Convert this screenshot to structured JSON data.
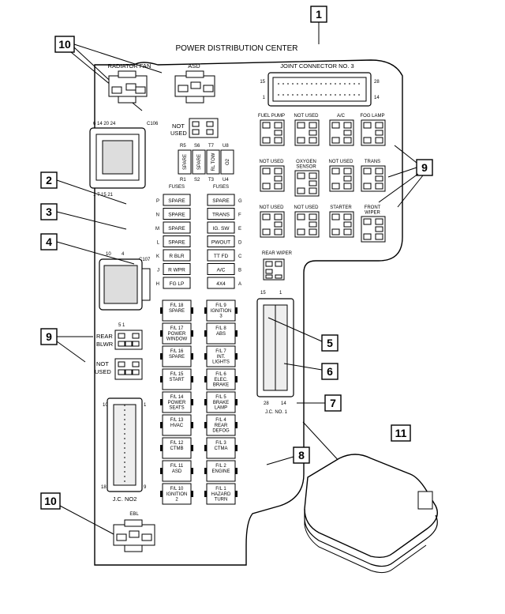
{
  "title": "POWER DISTRIBUTION CENTER",
  "callouts": [
    "1",
    "2",
    "3",
    "4",
    "5",
    "6",
    "7",
    "8",
    "9",
    "9",
    "10",
    "10",
    "11"
  ],
  "labels": {
    "radiator_fan": "RADIATOR FAN",
    "asd": "ASD",
    "joint_connector": "JOINT CONNECTOR NO. 3",
    "jc3_pin_left_top": "15",
    "jc3_pin_right_top": "28",
    "jc3_pin_left_bottom": "1",
    "jc3_pin_right_bottom": "14",
    "c106": "C106",
    "c106_pins_top": "6  14  20  24",
    "c106_pins_bottom": "1   7   15  21",
    "not_used_top": "NOT\nUSED",
    "fuses_left": "FUSES",
    "fuses_right": "FUSES",
    "c107": "C107",
    "c107_pin_10": "10",
    "c107_pin_4": "4",
    "rear_blwr": "REAR\nBLWR",
    "rear_blwr_pins": "5      1",
    "not_used_left": "NOT\nUSED",
    "jc_no2": "J.C. NO2",
    "jc2_pin_10": "10",
    "jc2_pin_1": "1",
    "jc2_pin_18": "18",
    "jc2_pin_9": "9",
    "jc_no1": "J.C. NO. 1",
    "jc1_pin_15": "15",
    "jc1_pin_1": "1",
    "jc1_pin_28": "28",
    "jc1_pin_14": "14",
    "ebl": "EBL",
    "rear_wiper": "REAR WIPER",
    "relays_right": [
      {
        "label": "FUEL PUMP"
      },
      {
        "label": "NOT USED"
      },
      {
        "label": "A/C"
      },
      {
        "label": "FOG LAMP"
      },
      {
        "label": "NOT USED"
      },
      {
        "label": "OXYGEN\nSENSOR"
      },
      {
        "label": "NOT USED"
      },
      {
        "label": "TRANS"
      },
      {
        "label": "NOT USED"
      },
      {
        "label": "NOT USED"
      },
      {
        "label": "STARTER"
      },
      {
        "label": "FRONT\nWIPER"
      }
    ]
  },
  "small_fuse_row": {
    "top": [
      "R5",
      "S6",
      "T7",
      "U8"
    ],
    "bottom": [
      "R1",
      "S2",
      "T3",
      "U4"
    ],
    "labels": [
      "SPARE",
      "SPARE",
      "RL TOW",
      "O2"
    ]
  },
  "fuses_left": [
    {
      "row": "P",
      "label": "SPARE"
    },
    {
      "row": "N",
      "label": "SPARE"
    },
    {
      "row": "M",
      "label": "SPARE"
    },
    {
      "row": "L",
      "label": "SPARE"
    },
    {
      "row": "K",
      "label": "R BLR"
    },
    {
      "row": "J",
      "label": "R WPR"
    },
    {
      "row": "H",
      "label": "FG LP"
    }
  ],
  "fuses_right": [
    {
      "row": "G",
      "label": "SPARE"
    },
    {
      "row": "F",
      "label": "TRANS"
    },
    {
      "row": "E",
      "label": "IG. SW"
    },
    {
      "row": "D",
      "label": "PWOUT"
    },
    {
      "row": "C",
      "label": "TT FD"
    },
    {
      "row": "B",
      "label": "A/C"
    },
    {
      "row": "A",
      "label": "4X4"
    }
  ],
  "maxi_left": [
    {
      "id": "F/L 18",
      "label": "SPARE"
    },
    {
      "id": "F/L 17",
      "label": "POWER\nWINDOW"
    },
    {
      "id": "F/L 16",
      "label": "SPARE"
    },
    {
      "id": "F/L 15",
      "label": "START"
    },
    {
      "id": "F/L 14",
      "label": "POWER\nSEATS"
    },
    {
      "id": "F/L 13",
      "label": "HVAC"
    },
    {
      "id": "F/L 12",
      "label": "CTMB"
    },
    {
      "id": "F/L 11",
      "label": "ASD"
    },
    {
      "id": "F/L 10",
      "label": "IGNITION\n2"
    }
  ],
  "maxi_right": [
    {
      "id": "F/L 9",
      "label": "IGNITION\n3"
    },
    {
      "id": "F/L 8",
      "label": "ABS"
    },
    {
      "id": "F/L 7",
      "label": "INT.\nLIGHTS"
    },
    {
      "id": "F/L 6",
      "label": "ELEC.\nBRAKE"
    },
    {
      "id": "F/L 5",
      "label": "BRAKE\nLAMP"
    },
    {
      "id": "F/L 4",
      "label": "REAR\nDEFOG"
    },
    {
      "id": "F/L 3",
      "label": "CTMA"
    },
    {
      "id": "F/L 2",
      "label": "ENGINE"
    },
    {
      "id": "F/L 1",
      "label": "HAZARD\nTURN"
    }
  ]
}
